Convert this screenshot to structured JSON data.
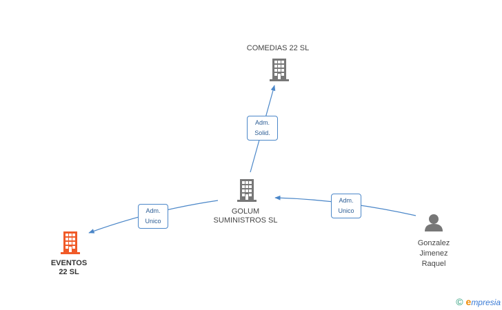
{
  "nodes": {
    "comedias": {
      "label": "COMEDIAS 22 SL",
      "icon": "building-icon",
      "color": "#777777"
    },
    "golum": {
      "label_line1": "GOLUM",
      "label_line2": "SUMINISTROS SL",
      "icon": "building-icon",
      "color": "#777777"
    },
    "eventos": {
      "label_line1": "EVENTOS",
      "label_line2": "22 SL",
      "icon": "building-icon",
      "color": "#f05a28"
    },
    "gonzalez": {
      "label_line1": "Gonzalez",
      "label_line2": "Jimenez",
      "label_line3": "Raquel",
      "icon": "person-icon",
      "color": "#777777"
    }
  },
  "edges": {
    "golum_to_comedias": {
      "line1": "Adm.",
      "line2": "Solid."
    },
    "golum_to_eventos": {
      "line1": "Adm.",
      "line2": "Unico"
    },
    "gonzalez_to_golum": {
      "line1": "Adm.",
      "line2": "Unico"
    }
  },
  "colors": {
    "edge": "#4a86c8"
  },
  "footer": {
    "copyright": "©",
    "brand_initial": "e",
    "brand_rest": "mpresia"
  }
}
